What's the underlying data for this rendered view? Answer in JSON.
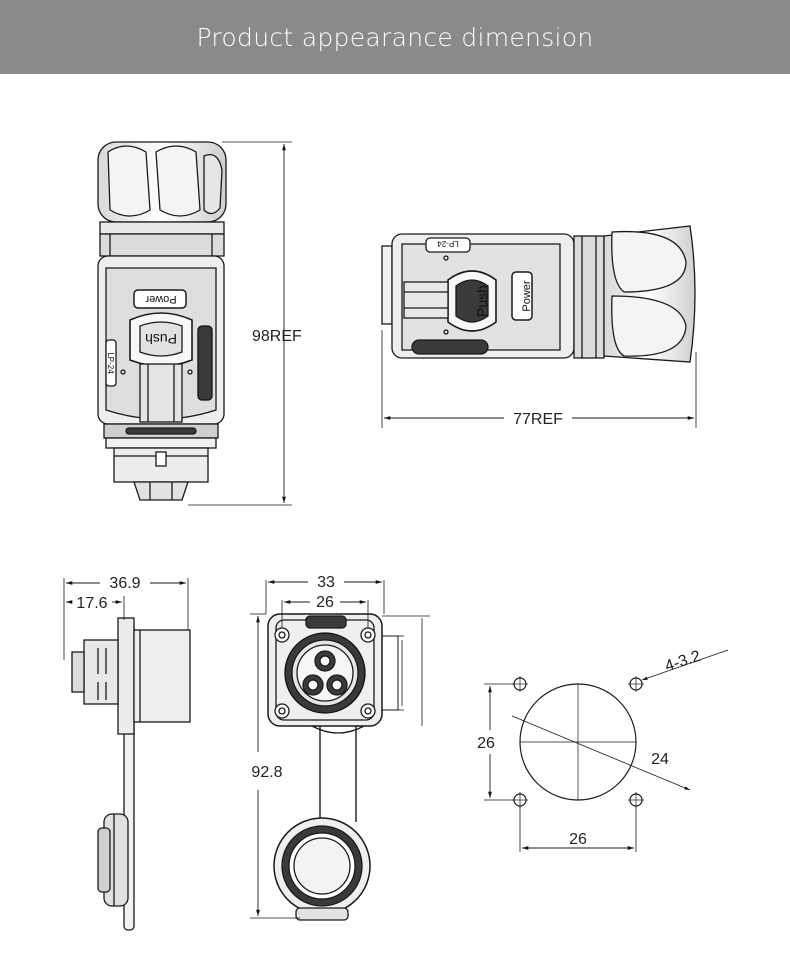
{
  "header": {
    "title": "Product appearance dimension"
  },
  "views": {
    "front": {
      "height_dim": "98REF",
      "push_label": "Push",
      "power_label": "Power",
      "model_label": "LP-24"
    },
    "side": {
      "length_dim": "77REF",
      "push_label": "Push",
      "power_label": "Power",
      "model_label": "LP-24"
    },
    "panel_side": {
      "overall_width": "36.9",
      "flange_offset": "17.6"
    },
    "panel_front": {
      "outer_width": "33",
      "hole_spacing": "26",
      "overall_height": "92.8"
    },
    "cutout": {
      "hole_spec": "4-3.2",
      "hole_spacing_v": "26",
      "hole_spacing_h": "26",
      "center_diameter": "24"
    }
  },
  "colors": {
    "banner": "#8a8a8a",
    "line": "#1a1a1a",
    "fill_dark": "#3a3a3a",
    "fill_light": "#efefef"
  }
}
